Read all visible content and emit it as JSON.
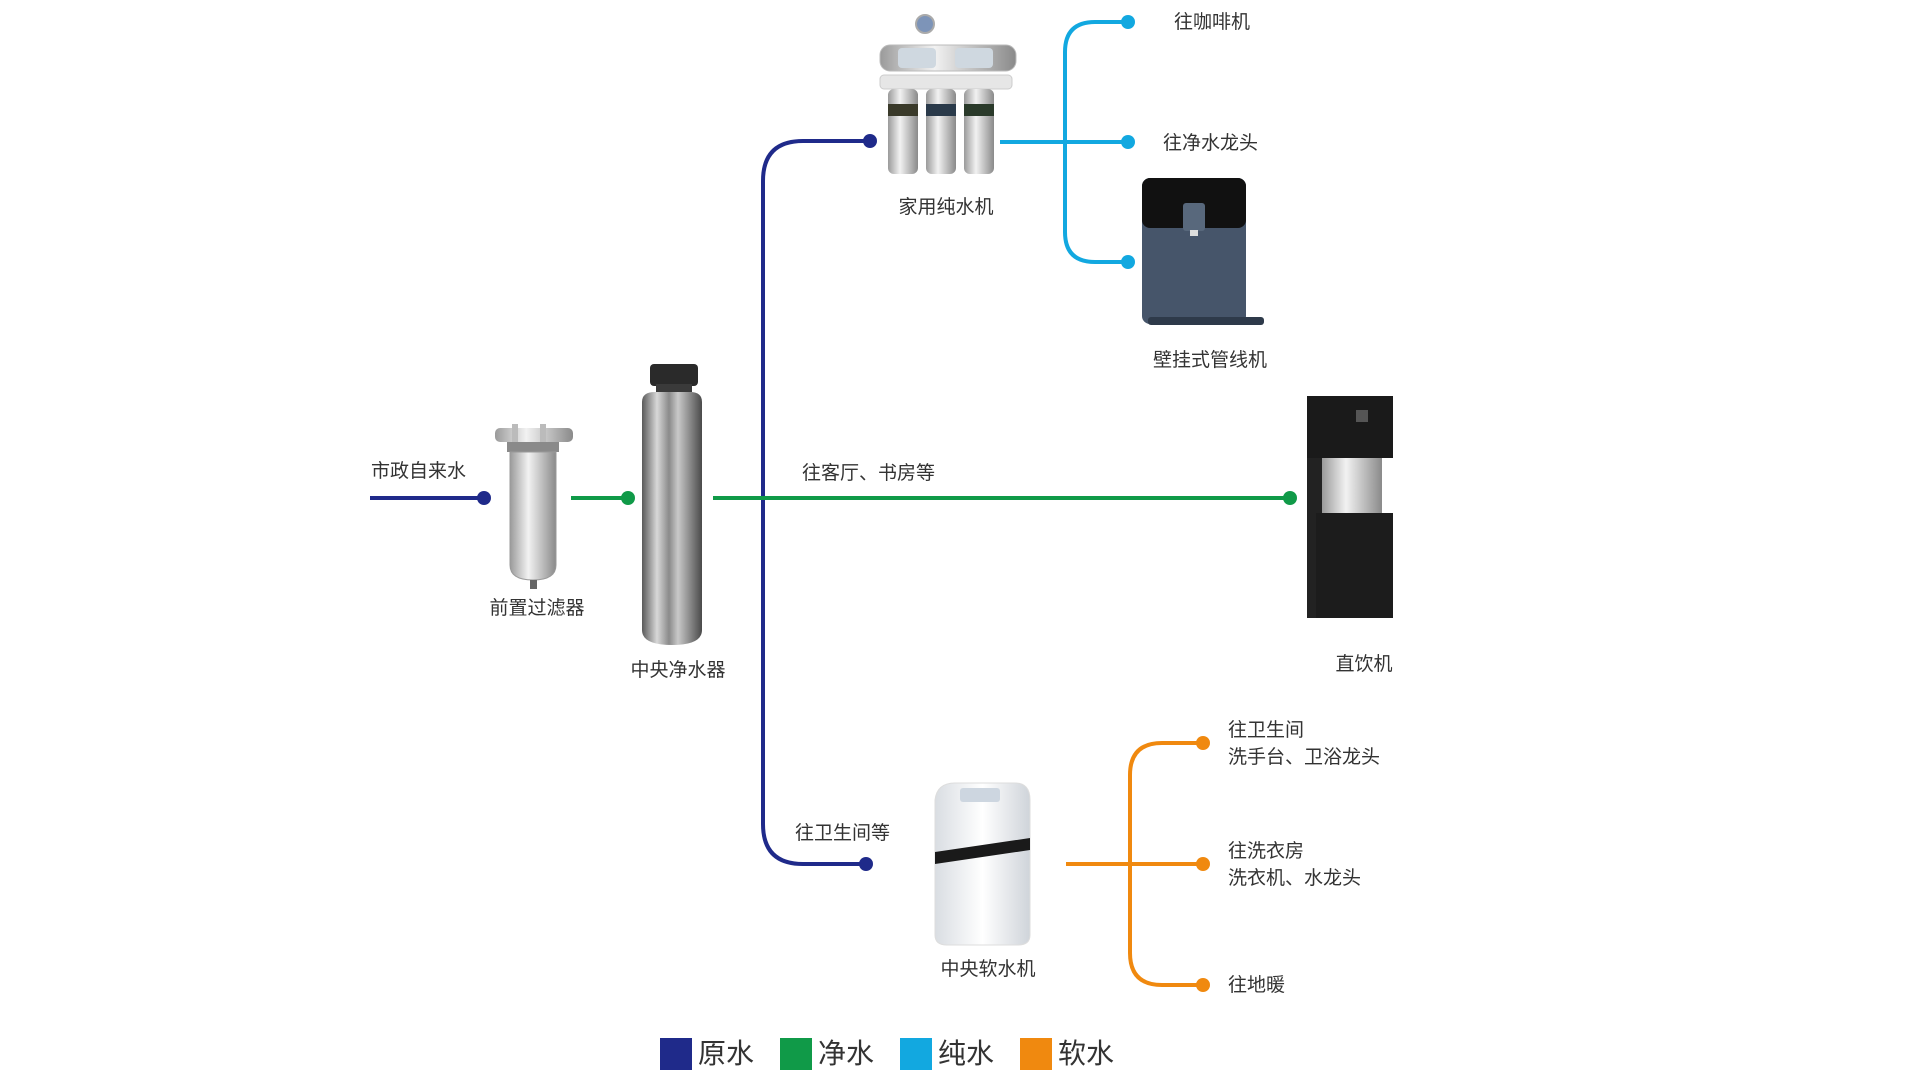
{
  "colors": {
    "raw_water": "#1f2a8a",
    "clean_water": "#109a48",
    "pure_water": "#12a8e0",
    "soft_water": "#f0890f"
  },
  "labels": {
    "municipal_water": "市政自来水",
    "pre_filter": "前置过滤器",
    "central_purifier": "中央净水器",
    "home_pure_machine": "家用纯水机",
    "to_coffee": "往咖啡机",
    "to_pure_faucet": "往净水龙头",
    "wall_pipeline_machine": "壁挂式管线机",
    "to_living_study": "往客厅、书房等",
    "drinking_fountain": "直饮机",
    "to_bathroom_etc": "往卫生间等",
    "central_softener": "中央软水机",
    "to_bathroom_line1": "往卫生间",
    "to_bathroom_line2": "洗手台、卫浴龙头",
    "to_laundry_line1": "往洗衣房",
    "to_laundry_line2": "洗衣机、水龙头",
    "to_floor_heating": "往地暖"
  },
  "legend": [
    {
      "label": "原水",
      "color_key": "raw_water"
    },
    {
      "label": "净水",
      "color_key": "clean_water"
    },
    {
      "label": "纯水",
      "color_key": "pure_water"
    },
    {
      "label": "软水",
      "color_key": "soft_water"
    }
  ]
}
